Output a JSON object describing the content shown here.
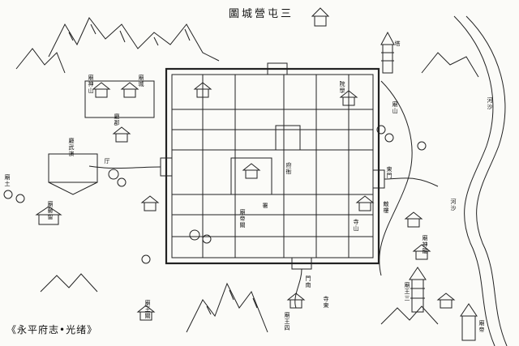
{
  "map": {
    "title": "圖城營屯三",
    "caption": "《永平府志•光绪》",
    "labels": {
      "east_gate": "東門",
      "south_gate": "門南",
      "drill_hall": "廳武演",
      "gatehouse": "厅",
      "official_hall": "府衙",
      "xiangzhou_left": "廳郡",
      "river_ne": "河沙",
      "river_e": "河沙",
      "temple_w": "廟藝留",
      "temple_sw": "廟王關",
      "temple_se": "廟王三",
      "temple_e": "廟神龍",
      "east_top": "廟山",
      "pagoda_n": "塔",
      "pagoda_e": "敵樓",
      "hall_left": "廟神山",
      "hall_left2": "廟城",
      "office_center": "署",
      "school": "院學",
      "store_s": "廟帝關",
      "south_temple": "寺東",
      "bottom_center": "廟王四",
      "bottom_right": "廟帝",
      "big_temple": "寺山",
      "left_small": "廟土"
    }
  }
}
